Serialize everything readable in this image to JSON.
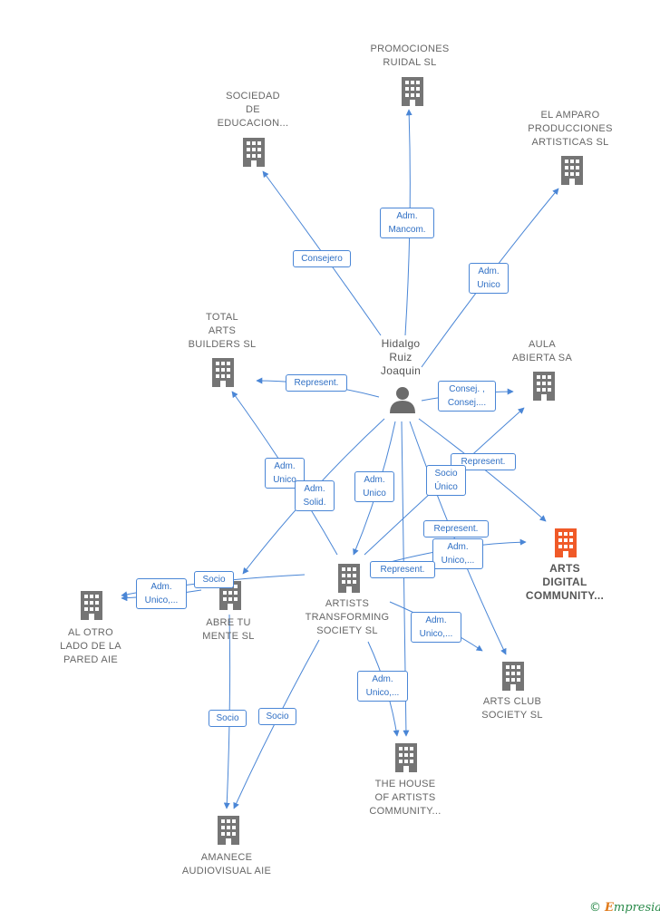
{
  "colors": {
    "edge": "#4a86d6",
    "building": "#757575",
    "building_highlight": "#f05a28",
    "person": "#6b6b6b"
  },
  "nodes": [
    {
      "id": "promociones",
      "label": "PROMOCIONES\nRUIDAL SL",
      "icon": "building-icon"
    },
    {
      "id": "sociedad",
      "label": "SOCIEDAD\nDE\nEDUCACION...",
      "icon": "building-icon"
    },
    {
      "id": "elamparo",
      "label": "EL AMPARO\nPRODUCCIONES\nARTISTICAS SL",
      "icon": "building-icon"
    },
    {
      "id": "totalarts",
      "label": "TOTAL\nARTS\nBUILDERS  SL",
      "icon": "building-icon"
    },
    {
      "id": "hidalgo",
      "label": "Hidalgo\nRuiz\nJoaquin",
      "icon": "person-icon"
    },
    {
      "id": "aula",
      "label": "AULA\nABIERTA SA",
      "icon": "building-icon"
    },
    {
      "id": "artsdigital",
      "label": "ARTS\nDIGITAL\nCOMMUNITY...",
      "icon": "building-icon",
      "highlight": true
    },
    {
      "id": "artists",
      "label": "ARTISTS\nTRANSFORMING\nSOCIETY  SL",
      "icon": "building-icon"
    },
    {
      "id": "abretu",
      "label": "ABRE TU\nMENTE  SL",
      "icon": "building-icon"
    },
    {
      "id": "alotro",
      "label": "AL OTRO\nLADO DE LA\nPARED AIE",
      "icon": "building-icon"
    },
    {
      "id": "artsclub",
      "label": "ARTS CLUB\nSOCIETY  SL",
      "icon": "building-icon"
    },
    {
      "id": "house",
      "label": "THE HOUSE\nOF ARTISTS\nCOMMUNITY...",
      "icon": "building-icon"
    },
    {
      "id": "amanece",
      "label": "AMANECE\nAUDIOVISUAL AIE",
      "icon": "building-icon"
    }
  ],
  "edge_labels": [
    {
      "id": "e1",
      "text": "Adm.\nMancom."
    },
    {
      "id": "e2",
      "text": "Consejero"
    },
    {
      "id": "e3",
      "text": "Adm.\nUnico"
    },
    {
      "id": "e4",
      "text": "Represent."
    },
    {
      "id": "e5",
      "text": "Consej. ,\nConsej...."
    },
    {
      "id": "e6",
      "text": "Represent."
    },
    {
      "id": "e7",
      "text": "Adm.\nUnico"
    },
    {
      "id": "e8",
      "text": "Adm.\nSolid."
    },
    {
      "id": "e9",
      "text": "Adm.\nUnico"
    },
    {
      "id": "e10",
      "text": "Socio\nÚnico"
    },
    {
      "id": "e11",
      "text": "Represent."
    },
    {
      "id": "e12",
      "text": "Adm.\nUnico,..."
    },
    {
      "id": "e13",
      "text": "Represent."
    },
    {
      "id": "e14",
      "text": "Socio"
    },
    {
      "id": "e15",
      "text": "Adm.\nUnico,..."
    },
    {
      "id": "e16",
      "text": "Adm.\nUnico,..."
    },
    {
      "id": "e17",
      "text": "Adm.\nUnico,..."
    },
    {
      "id": "e18",
      "text": "Socio"
    },
    {
      "id": "e19",
      "text": "Socio"
    }
  ],
  "brand": {
    "copyright": "©",
    "initial": "E",
    "name": "mpresia"
  }
}
